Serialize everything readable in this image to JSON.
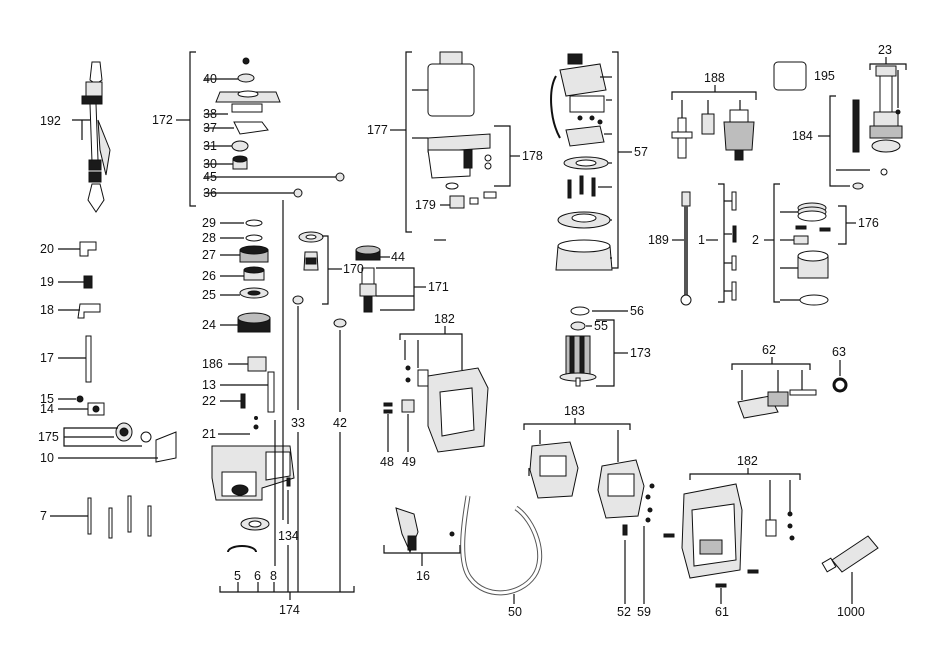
{
  "labels": {
    "l192": "192",
    "l20": "20",
    "l19": "19",
    "l18": "18",
    "l17": "17",
    "l15": "15",
    "l14": "14",
    "l175": "175",
    "l10": "10",
    "l7": "7",
    "l172": "172",
    "l40": "40",
    "l38": "38",
    "l37": "37",
    "l31": "31",
    "l30": "30",
    "l45": "45",
    "l36": "36",
    "l29": "29",
    "l28": "28",
    "l27": "27",
    "l26": "26",
    "l25": "25",
    "l24": "24",
    "l186": "186",
    "l13": "13",
    "l22": "22",
    "l21": "21",
    "l33": "33",
    "l42": "42",
    "l134": "134",
    "l5": "5",
    "l6": "6",
    "l8": "8",
    "l174": "174",
    "l170": "170",
    "l44": "44",
    "l171": "171",
    "l177": "177",
    "l178": "178",
    "l179": "179",
    "l57": "57",
    "l56": "56",
    "l55": "55",
    "l173": "173",
    "l182a": "182",
    "l48": "48",
    "l49": "49",
    "l183": "183",
    "l16": "16",
    "l50": "50",
    "l52": "52",
    "l59": "59",
    "l188": "188",
    "l195": "195",
    "l23": "23",
    "l184": "184",
    "l189": "189",
    "l1": "1",
    "l2": "2",
    "l176": "176",
    "l62": "62",
    "l63": "63",
    "l182b": "182",
    "l61": "61",
    "l1000": "1000"
  }
}
